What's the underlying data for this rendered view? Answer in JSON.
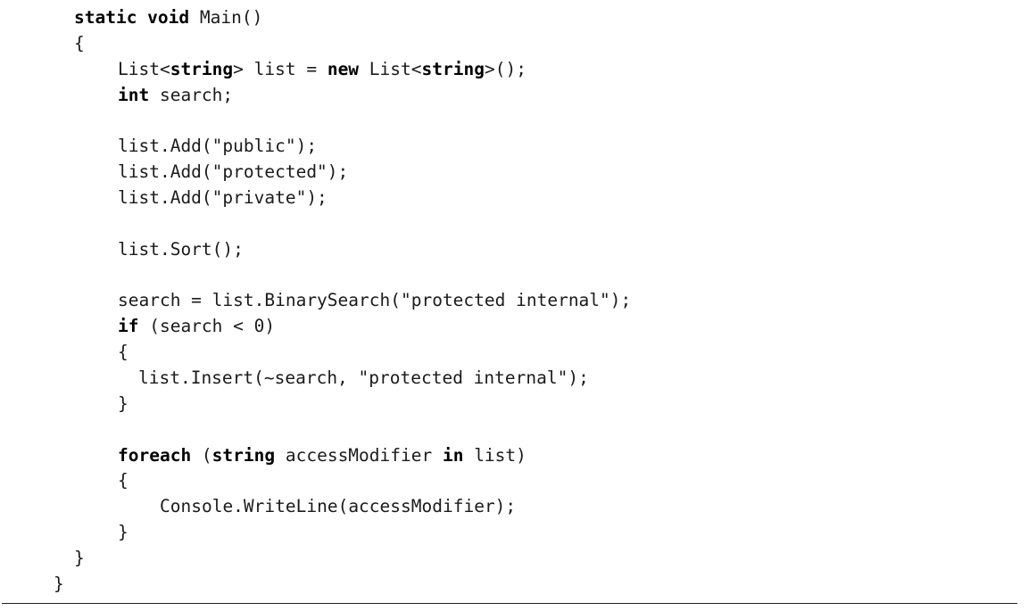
{
  "code": {
    "lines": [
      [
        {
          "t": "static void",
          "kw": true
        },
        {
          "t": " Main()"
        }
      ],
      [
        {
          "t": "{"
        }
      ],
      [
        {
          "t": "List<"
        },
        {
          "t": "string",
          "kw": true
        },
        {
          "t": "> list = "
        },
        {
          "t": "new",
          "kw": true
        },
        {
          "t": " List<"
        },
        {
          "t": "string",
          "kw": true
        },
        {
          "t": ">();"
        }
      ],
      [
        {
          "t": "int",
          "kw": true
        },
        {
          "t": " search;"
        }
      ],
      [],
      [
        {
          "t": "list.Add(\"public\");"
        }
      ],
      [
        {
          "t": "list.Add(\"protected\");"
        }
      ],
      [
        {
          "t": "list.Add(\"private\");"
        }
      ],
      [],
      [
        {
          "t": "list.Sort();"
        }
      ],
      [],
      [
        {
          "t": "search = list.BinarySearch(\"protected internal\");"
        }
      ],
      [
        {
          "t": "if",
          "kw": true
        },
        {
          "t": " (search < 0)"
        }
      ],
      [
        {
          "t": "{"
        }
      ],
      [
        {
          "t": "list.Insert(~search, \"protected internal\");"
        }
      ],
      [
        {
          "t": "}"
        }
      ],
      [],
      [
        {
          "t": "foreach",
          "kw": true
        },
        {
          "t": " ("
        },
        {
          "t": "string",
          "kw": true
        },
        {
          "t": " accessModifier "
        },
        {
          "t": "in",
          "kw": true
        },
        {
          "t": " list)"
        }
      ],
      [
        {
          "t": "{"
        }
      ],
      [
        {
          "t": "Console.WriteLine(accessModifier);"
        }
      ],
      [
        {
          "t": "}"
        }
      ],
      [
        {
          "t": "}"
        }
      ],
      [
        {
          "t": "}"
        }
      ]
    ]
  }
}
